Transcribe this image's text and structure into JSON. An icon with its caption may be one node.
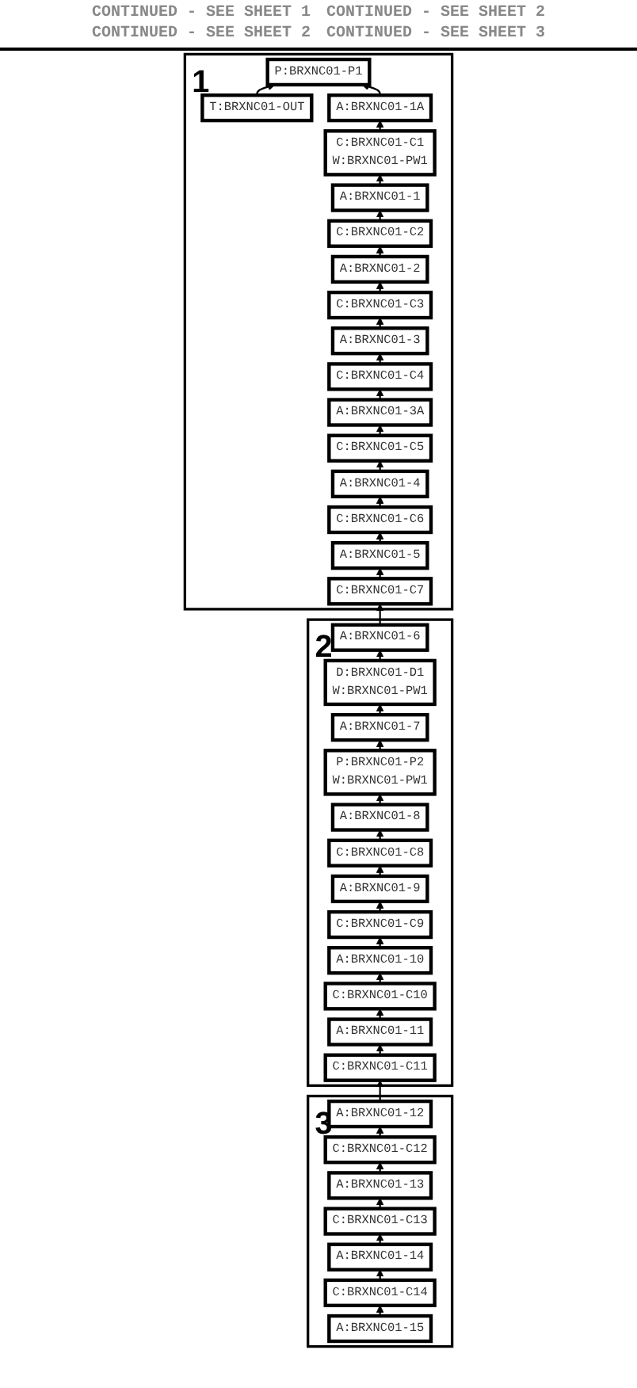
{
  "diagram": {
    "nodes": [
      {
        "text": [
          "1"
        ]
      },
      {
        "text": [
          "T:BRXNC01-OUT"
        ],
        "in": 0
      },
      {
        "text": [
          "P:BRXNC01-P1"
        ],
        "in": 0
      },
      {
        "text": [
          "A:BRXNC01-1A"
        ],
        "in": 0
      },
      {
        "text": [
          "C:BRXNC01-C1",
          "W:BRXNC01-PW1"
        ],
        "in": 0
      },
      {
        "text": [
          "A:BRXNC01-1"
        ],
        "in": 0
      },
      {
        "text": [
          "C:BRXNC01-C2"
        ],
        "in": 0
      },
      {
        "text": [
          "A:BRXNC01-2"
        ],
        "in": 0
      },
      {
        "text": [
          "C:BRXNC01-C3"
        ],
        "in": 0
      },
      {
        "text": [
          "A:BRXNC01-3"
        ],
        "in": 0
      },
      {
        "text": [
          "C:BRXNC01-C4"
        ],
        "in": 0
      },
      {
        "text": [
          "A:BRXNC01-3A"
        ],
        "in": 0
      },
      {
        "text": [
          "C:BRXNC01-C5"
        ],
        "in": 0
      },
      {
        "text": [
          "A:BRXNC01-4"
        ],
        "in": 0
      },
      {
        "text": [
          "C:BRXNC01-C6"
        ],
        "in": 0
      },
      {
        "text": [
          "A:BRXNC01-5"
        ],
        "in": 0
      },
      {
        "text": [
          "C:BRXNC01-C7"
        ],
        "in": 0
      },
      {
        "text": [
          "2"
        ]
      },
      {
        "text": [
          "A:BRXNC01-6"
        ],
        "in": 17
      },
      {
        "text": [
          "D:BRXNC01-D1",
          "W:BRXNC01-PW1"
        ],
        "in": 17
      },
      {
        "text": [
          "A:BRXNC01-7"
        ],
        "in": 17
      },
      {
        "text": [
          "P:BRXNC01-P2",
          "W:BRXNC01-PW1"
        ],
        "in": 17
      },
      {
        "text": [
          "A:BRXNC01-8"
        ],
        "in": 17
      },
      {
        "text": [
          "C:BRXNC01-C8"
        ],
        "in": 17
      },
      {
        "text": [
          "A:BRXNC01-9"
        ],
        "in": 17
      },
      {
        "text": [
          "C:BRXNC01-C9"
        ],
        "in": 17
      },
      {
        "text": [
          "A:BRXNC01-10"
        ],
        "in": 17
      },
      {
        "text": [
          "C:BRXNC01-C10"
        ],
        "in": 17
      },
      {
        "text": [
          "A:BRXNC01-11"
        ],
        "in": 17
      },
      {
        "text": [
          "C:BRXNC01-C11"
        ],
        "in": 17
      },
      {
        "text": [
          "3"
        ]
      },
      {
        "text": [
          "A:BRXNC01-12"
        ],
        "in": 30
      },
      {
        "text": [
          "C:BRXNC01-C12"
        ],
        "in": 30
      },
      {
        "text": [
          "A:BRXNC01-13"
        ],
        "in": 30
      },
      {
        "text": [
          "C:BRXNC01-C13"
        ],
        "in": 30
      },
      {
        "text": [
          "A:BRXNC01-14"
        ],
        "in": 30
      },
      {
        "text": [
          "C:BRXNC01-C14"
        ],
        "in": 30
      },
      {
        "text": [
          "A:BRXNC01-15"
        ],
        "in": 30
      }
    ],
    "edges": [
      {
        "from": 1,
        "to": 2,
        "arrow": "to"
      },
      {
        "from": 3,
        "to": 2,
        "arrow": "to"
      },
      {
        "from": 4,
        "to": 3,
        "arrow": "to"
      },
      {
        "from": 5,
        "to": 4,
        "arrow": "to"
      },
      {
        "from": 6,
        "to": 5,
        "arrow": "to"
      },
      {
        "from": 7,
        "to": 6,
        "arrow": "to"
      },
      {
        "from": 8,
        "to": 7,
        "arrow": "to"
      },
      {
        "from": 9,
        "to": 8,
        "arrow": "to"
      },
      {
        "from": 10,
        "to": 9,
        "arrow": "to"
      },
      {
        "from": 11,
        "to": 10,
        "arrow": "to"
      },
      {
        "from": 12,
        "to": 11,
        "arrow": "to"
      },
      {
        "from": 13,
        "to": 12,
        "arrow": "to"
      },
      {
        "from": 14,
        "to": 13,
        "arrow": "to"
      },
      {
        "from": 15,
        "to": 14,
        "arrow": "to"
      },
      {
        "from": 16,
        "to": 15,
        "arrow": "to"
      },
      {
        "from": 18,
        "to": 16,
        "arrow": "to"
      },
      {
        "from": 19,
        "to": 18,
        "arrow": "to"
      },
      {
        "from": 20,
        "to": 19,
        "arrow": "to"
      },
      {
        "from": 21,
        "to": 20,
        "arrow": "to"
      },
      {
        "from": 22,
        "to": 21,
        "arrow": "to"
      },
      {
        "from": 23,
        "to": 22,
        "arrow": "to"
      },
      {
        "from": 24,
        "to": 23,
        "arrow": "to"
      },
      {
        "from": 25,
        "to": 24,
        "arrow": "to"
      },
      {
        "from": 26,
        "to": 25,
        "arrow": "to"
      },
      {
        "from": 27,
        "to": 26,
        "arrow": "to"
      },
      {
        "from": 28,
        "to": 27,
        "arrow": "to"
      },
      {
        "from": 29,
        "to": 28,
        "arrow": "to"
      },
      {
        "from": 31,
        "to": 29,
        "arrow": "to"
      },
      {
        "from": 32,
        "to": 31,
        "arrow": "to"
      },
      {
        "from": 33,
        "to": 32,
        "arrow": "to"
      },
      {
        "from": 34,
        "to": 33,
        "arrow": "to"
      },
      {
        "from": 35,
        "to": 34,
        "arrow": "to"
      },
      {
        "from": 36,
        "to": 35,
        "arrow": "to"
      },
      {
        "from": 37,
        "to": 36,
        "arrow": "to"
      }
    ],
    "labels": [
      "CONTINUED - SEE SHEET 1",
      "CONTINUED - SEE SHEET 2",
      "CONTINUED - SEE SHEET 2",
      "CONTINUED - SEE SHEET 3"
    ]
  }
}
